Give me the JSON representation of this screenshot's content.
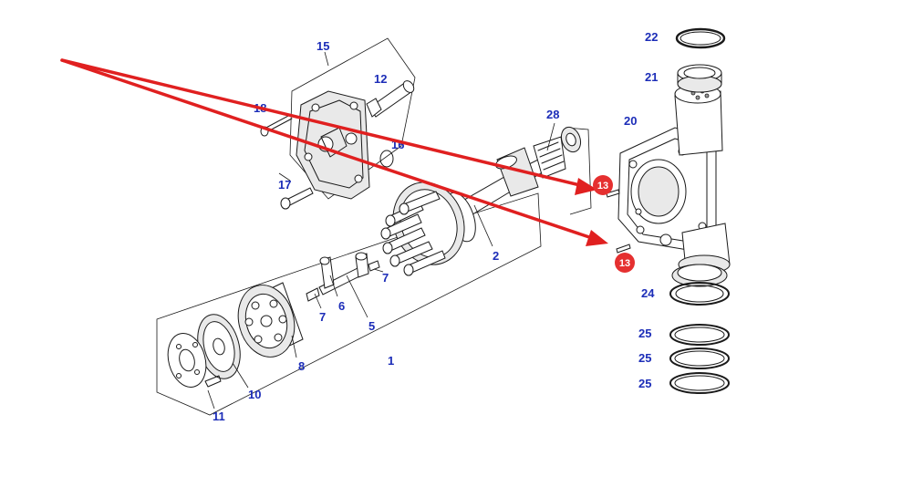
{
  "labels": {
    "l1": "1",
    "l2": "2",
    "l5": "5",
    "l6": "6",
    "l7a": "7",
    "l7b": "7",
    "l8": "8",
    "l10": "10",
    "l11": "11",
    "l12": "12",
    "l15": "15",
    "l16": "16",
    "l17": "17",
    "l18": "18",
    "l20": "20",
    "l21": "21",
    "l22": "22",
    "l24": "24",
    "l25a": "25",
    "l25b": "25",
    "l25c": "25",
    "l28": "28"
  },
  "badges": {
    "upper": "13",
    "lower": "13"
  },
  "colors": {
    "label_blue": "#1c2db8",
    "arrow_red": "#e02020",
    "badge_red": "#e53030"
  }
}
